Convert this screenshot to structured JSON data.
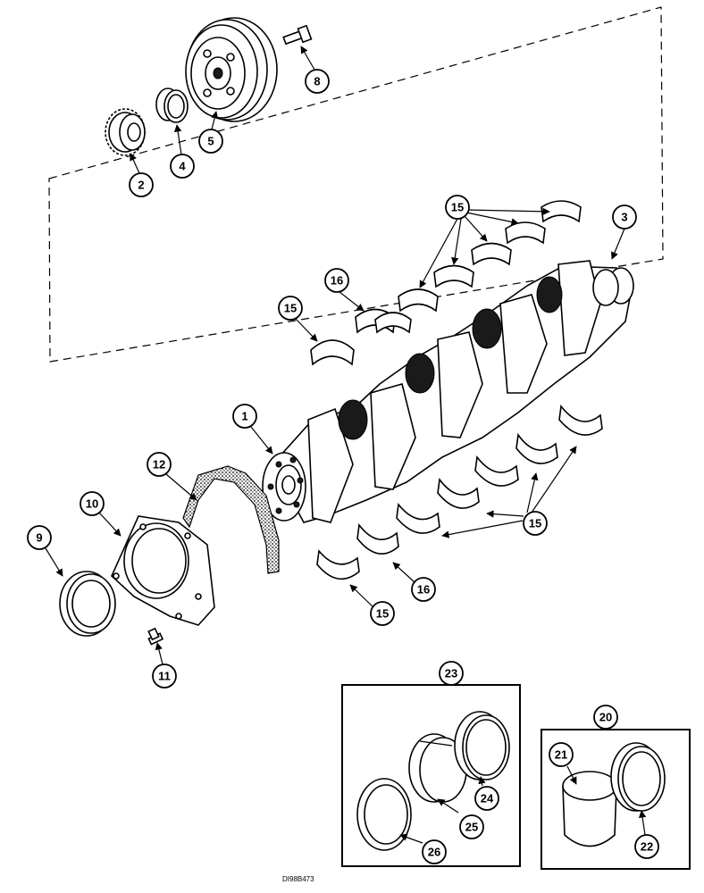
{
  "callouts": {
    "c1": "1",
    "c2": "2",
    "c3": "3",
    "c4": "4",
    "c5": "5",
    "c8": "8",
    "c9": "9",
    "c10": "10",
    "c11": "11",
    "c12": "12",
    "c15a": "15",
    "c15b": "15",
    "c15c": "15",
    "c15d": "15",
    "c16a": "16",
    "c16b": "16",
    "c20": "20",
    "c21": "21",
    "c22": "22",
    "c23": "23",
    "c24": "24",
    "c25": "25",
    "c26": "26"
  },
  "figure_ref": "DI98B473"
}
